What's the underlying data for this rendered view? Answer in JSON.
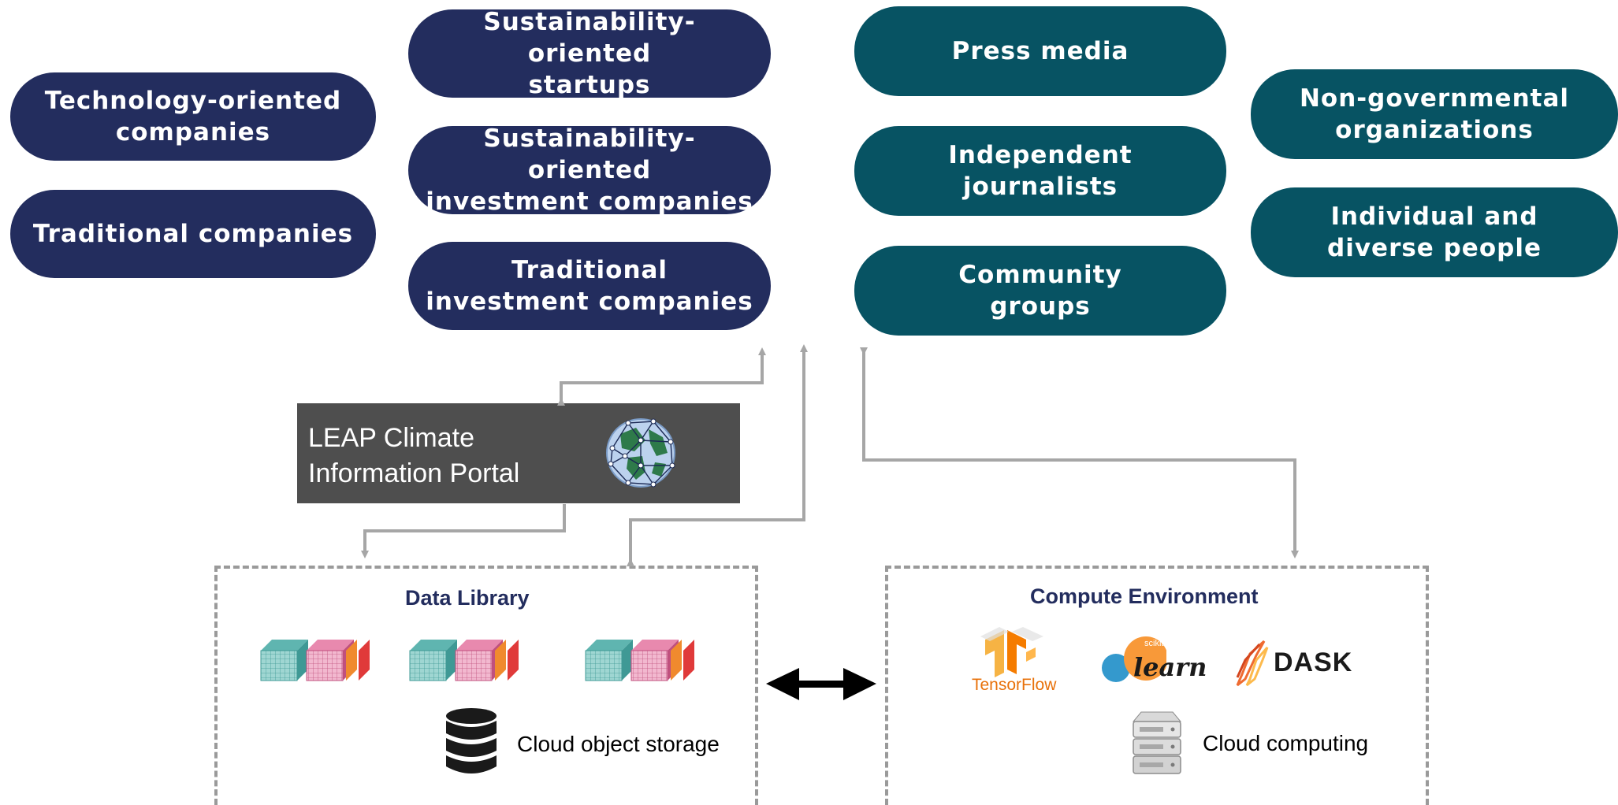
{
  "stakeholders": {
    "navy_left": [
      {
        "label": "Technology-oriented\ncompanies"
      },
      {
        "label": "Traditional companies"
      }
    ],
    "navy_center": [
      {
        "label": "Sustainability-oriented\nstartups"
      },
      {
        "label": "Sustainability-oriented\ninvestment companies"
      },
      {
        "label": "Traditional\ninvestment companies"
      }
    ],
    "teal_center": [
      {
        "label": "Press media"
      },
      {
        "label": "Independent\njournalists"
      },
      {
        "label": "Community\ngroups"
      }
    ],
    "teal_right": [
      {
        "label": "Non-governmental\norganizations"
      },
      {
        "label": "Individual and\ndiverse people"
      }
    ]
  },
  "colors": {
    "navy": "#232d5e",
    "teal": "#075363",
    "portal": "#4e4e4e",
    "connector": "#a6a6a6"
  },
  "portal": {
    "title": "LEAP Climate\nInformation Portal",
    "icon": "globe-network-icon"
  },
  "data_library": {
    "title": "Data Library",
    "storage_label": "Cloud object storage",
    "icons": [
      "data-cube-stack-icon",
      "database-icon"
    ]
  },
  "compute": {
    "title": "Compute Environment",
    "storage_label": "Cloud computing",
    "logos": {
      "tensorflow": "TensorFlow",
      "sklearn_small": "scikit",
      "sklearn": "learn",
      "dask": "DASK"
    },
    "icons": [
      "tensorflow-logo",
      "scikit-learn-logo",
      "dask-logo",
      "server-icon"
    ]
  }
}
